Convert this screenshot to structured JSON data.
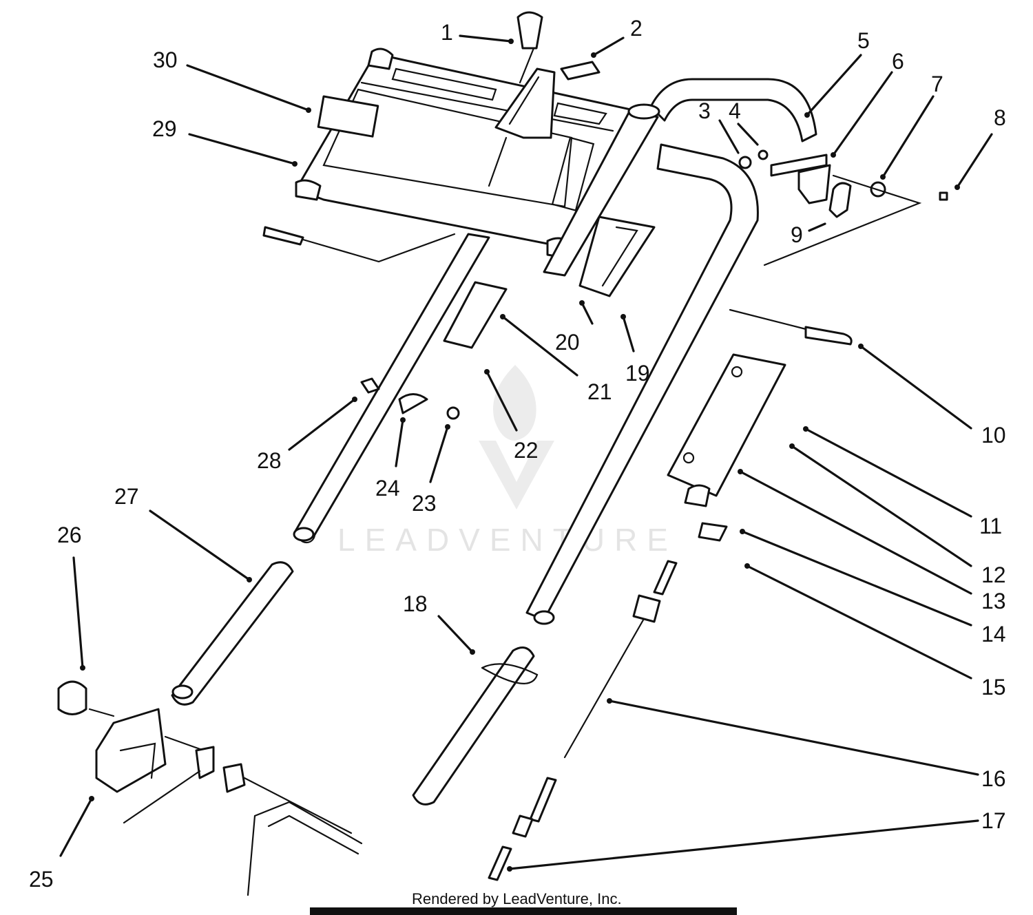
{
  "credit": "Rendered by LeadVenture, Inc.",
  "watermark": "LEADVENTURE",
  "callouts": [
    "1",
    "2",
    "3",
    "4",
    "5",
    "6",
    "7",
    "8",
    "9",
    "10",
    "11",
    "12",
    "13",
    "14",
    "15",
    "16",
    "17",
    "18",
    "19",
    "20",
    "21",
    "22",
    "23",
    "24",
    "25",
    "26",
    "27",
    "28",
    "29",
    "30"
  ],
  "colors": {
    "ink": "#111111",
    "watermark": "#e4e4e4",
    "background": "#ffffff"
  }
}
